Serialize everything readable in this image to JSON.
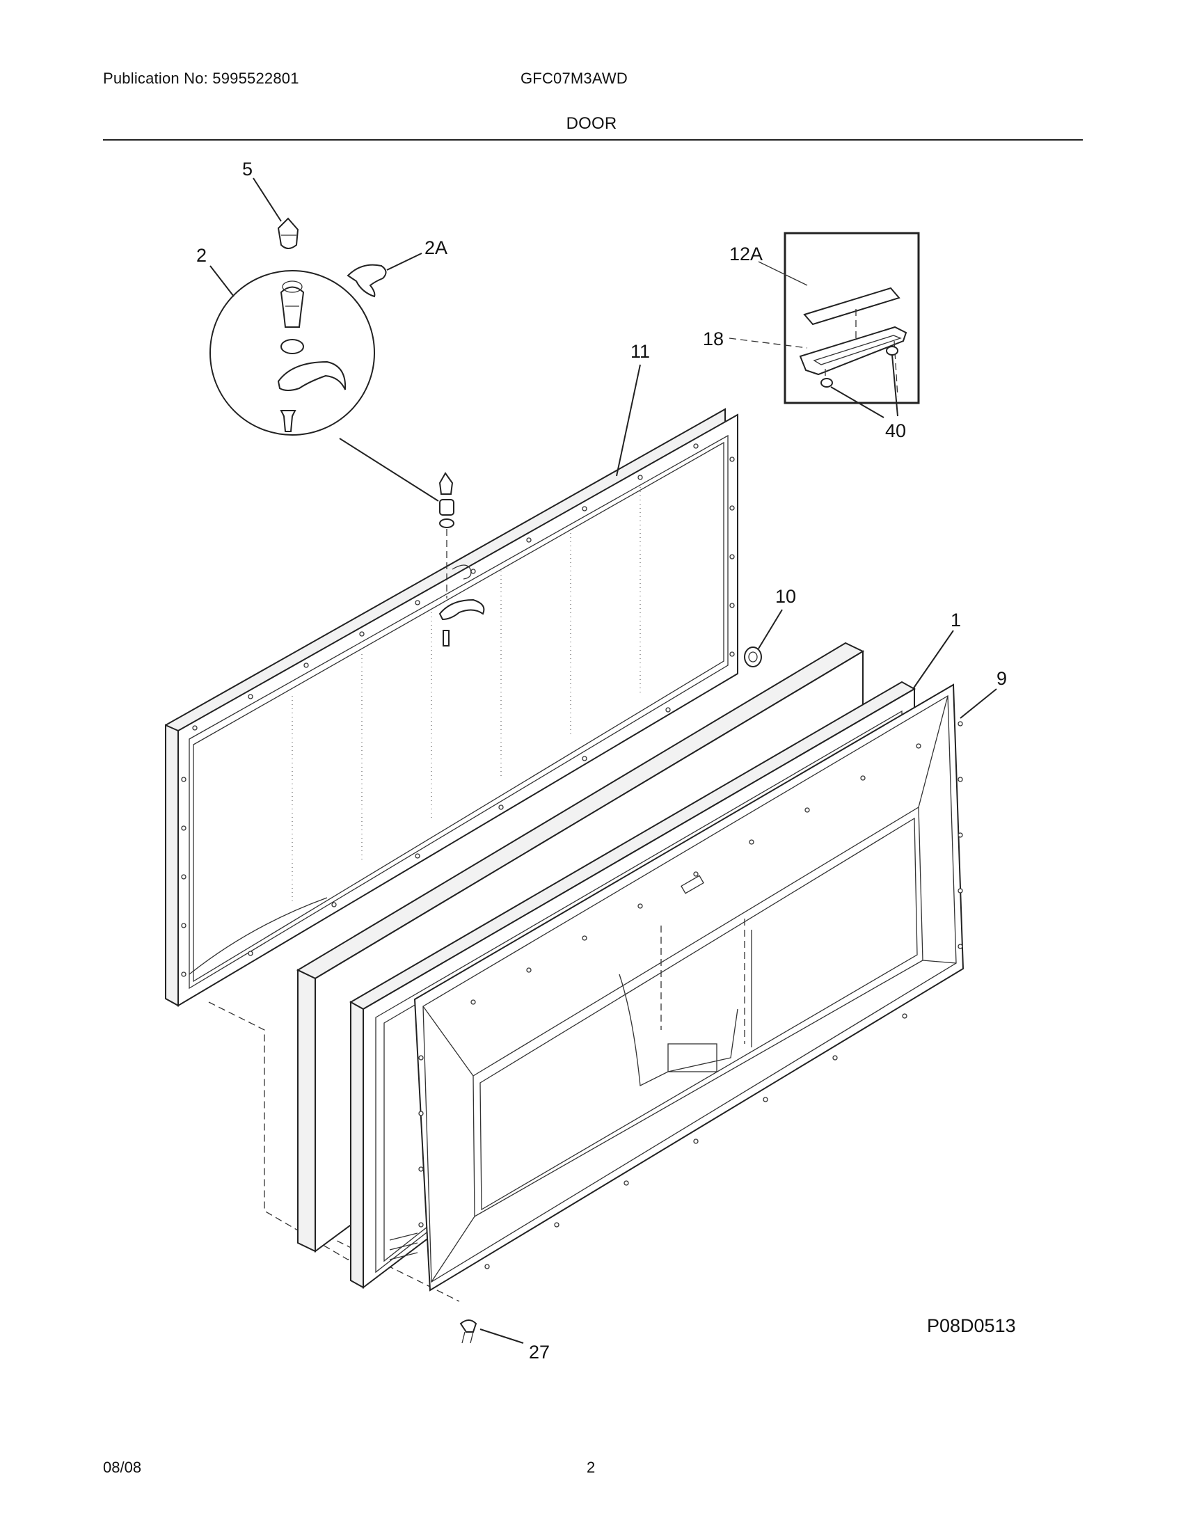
{
  "header": {
    "publication": "Publication No: 5995522801",
    "model": "GFC07M3AWD",
    "section_title": "DOOR"
  },
  "callouts": {
    "c5": "5",
    "c2": "2",
    "c2a": "2A",
    "c12a": "12A",
    "c18": "18",
    "c11": "11",
    "c40": "40",
    "c10": "10",
    "c1": "1",
    "c9": "9",
    "c27": "27"
  },
  "figure_code": "P08D0513",
  "footer": {
    "date": "08/08",
    "page": "2"
  }
}
